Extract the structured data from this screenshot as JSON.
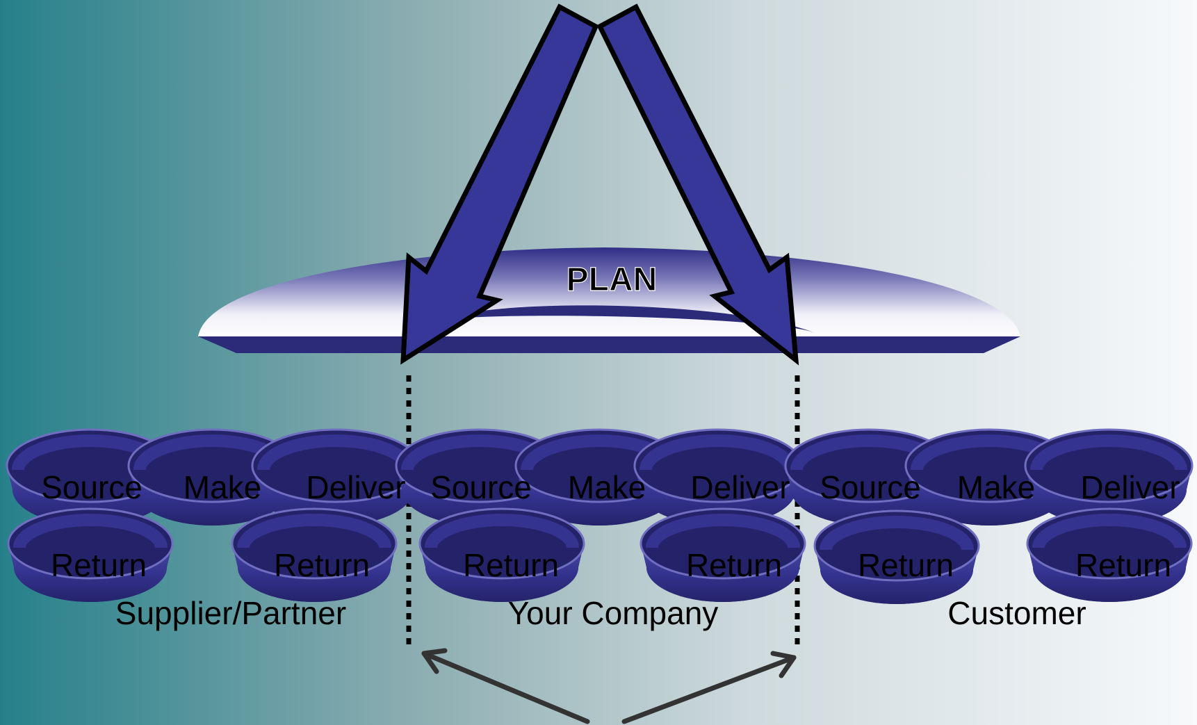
{
  "plan_label": "PLAN",
  "groups": {
    "supplier": {
      "label": "Supplier/Partner",
      "processes": [
        "Source",
        "Make",
        "Deliver"
      ],
      "returns": [
        "Return",
        "Return"
      ]
    },
    "company": {
      "label": "Your Company",
      "processes": [
        "Source",
        "Make",
        "Deliver"
      ],
      "returns": [
        "Return",
        "Return"
      ]
    },
    "customer": {
      "label": "Customer",
      "processes": [
        "Source",
        "Make",
        "Deliver"
      ],
      "returns": [
        "Return",
        "Return"
      ]
    }
  },
  "colors": {
    "ring": "#34338f",
    "ring_dark": "#24236a",
    "arrow": "#37379a",
    "bg_left": "#26808a",
    "bg_right": "#f7f9fb"
  }
}
